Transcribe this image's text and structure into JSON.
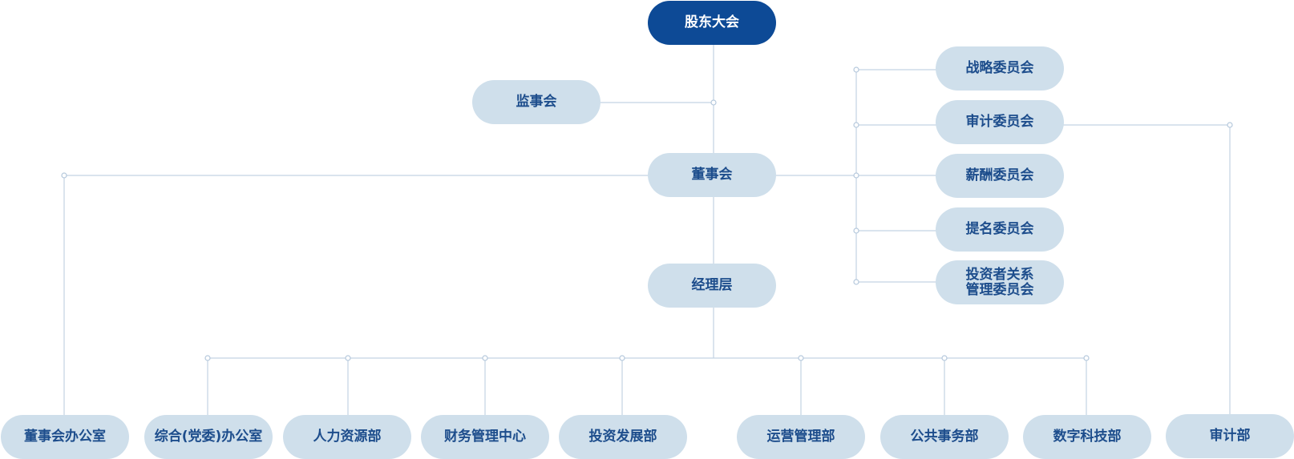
{
  "org": {
    "shareholders": "股东大会",
    "supervisors": "监事会",
    "board": "董事会",
    "management": "经理层",
    "committees": {
      "strategy": "战略委员会",
      "audit": "审计委员会",
      "compensation": "薪酬委员会",
      "nomination": "提名委员会",
      "investor_relations": "投资者关系\n管理委员会"
    },
    "departments": {
      "board_office": "董事会办公室",
      "general_office": "综合(党委)办公室",
      "hr": "人力资源部",
      "finance": "财务管理中心",
      "investment": "投资发展部",
      "operations": "运营管理部",
      "public_affairs": "公共事务部",
      "digital_tech": "数字科技部",
      "audit_dept": "审计部"
    }
  },
  "colors": {
    "root_fill": "#0d4a96",
    "node_fill": "#cfdfeb",
    "node_text": "#1d4d8c",
    "connector": "#c3d3e3"
  }
}
